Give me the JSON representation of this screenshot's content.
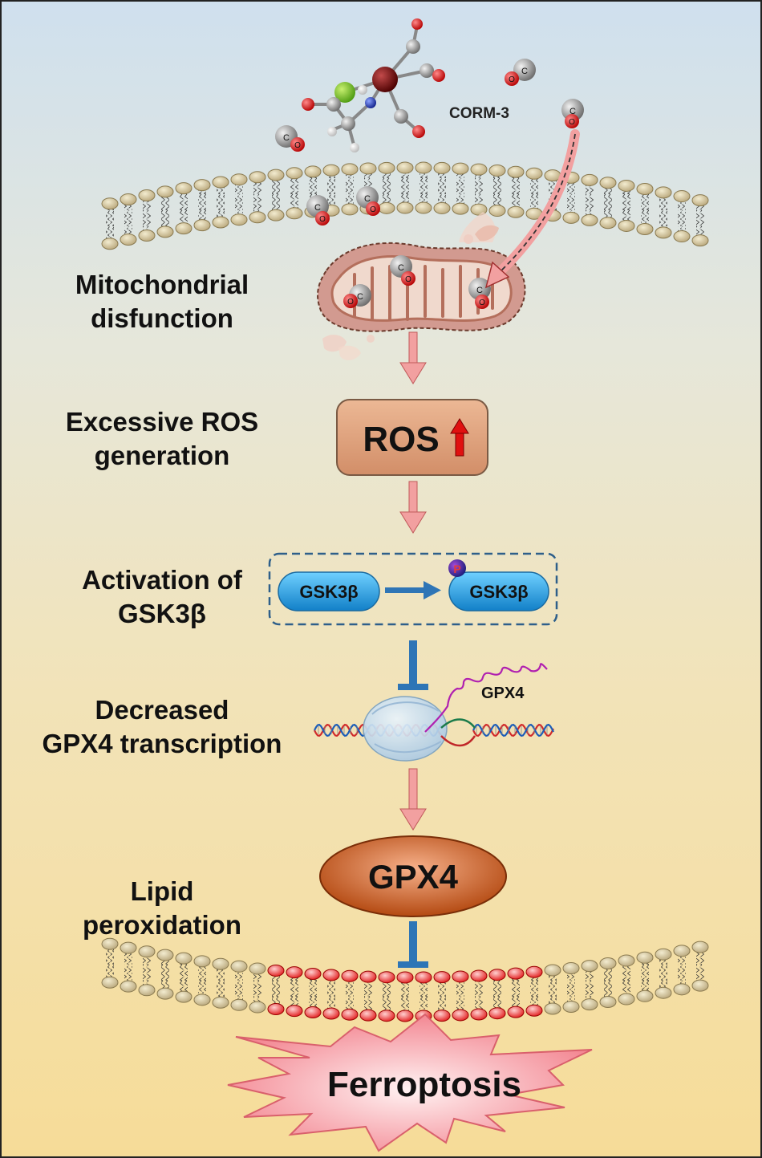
{
  "molecule": {
    "name": "CORM-3",
    "co_atom": "C",
    "o_atom": "O"
  },
  "steps": [
    {
      "lines": [
        "Mitochondrial",
        "disfunction"
      ]
    },
    {
      "lines": [
        "Excessive ROS",
        "generation"
      ]
    },
    {
      "lines": [
        "Activation of",
        "GSK3β"
      ]
    },
    {
      "lines": [
        "Decreased",
        "GPX4 transcription"
      ]
    },
    {
      "lines": [
        "Lipid",
        "peroxidation"
      ]
    }
  ],
  "ros_box": {
    "label": "ROS"
  },
  "gsk": {
    "left": "GSK3β",
    "right": "GSK3β",
    "phospho": "P"
  },
  "transcript": {
    "label": "GPX4"
  },
  "gpx4_protein": {
    "label": "GPX4"
  },
  "outcome": {
    "label": "Ferroptosis"
  },
  "colors": {
    "ros_fill": "#e0a07c",
    "gsk_fill": "#29a8e6",
    "gpx4_fill": "#c4581e",
    "arrow_fill": "#f2a0a0",
    "inhibit": "#2e75b6",
    "burst": "#f48a94"
  }
}
